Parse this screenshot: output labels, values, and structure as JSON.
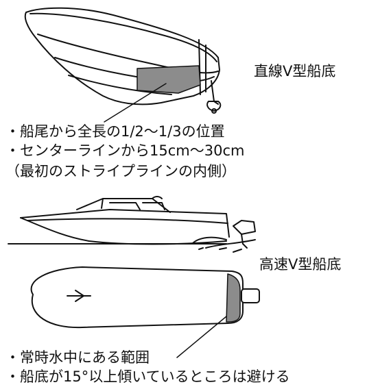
{
  "section_top": {
    "hull_type_label": "直線V型船底",
    "notes": [
      "・船尾から全長の1/2〜1/3の位置",
      "・センターラインから15cm〜30cm",
      "（最初のストライプラインの内側）"
    ]
  },
  "section_bottom": {
    "hull_type_label": "高速V型船底",
    "notes": [
      "・常時水中にある範囲",
      "・船底が15°以上傾いているところは避ける"
    ]
  },
  "colors": {
    "ink": "#111111",
    "mount_area": "#8c8c8c",
    "background": "#ffffff"
  }
}
